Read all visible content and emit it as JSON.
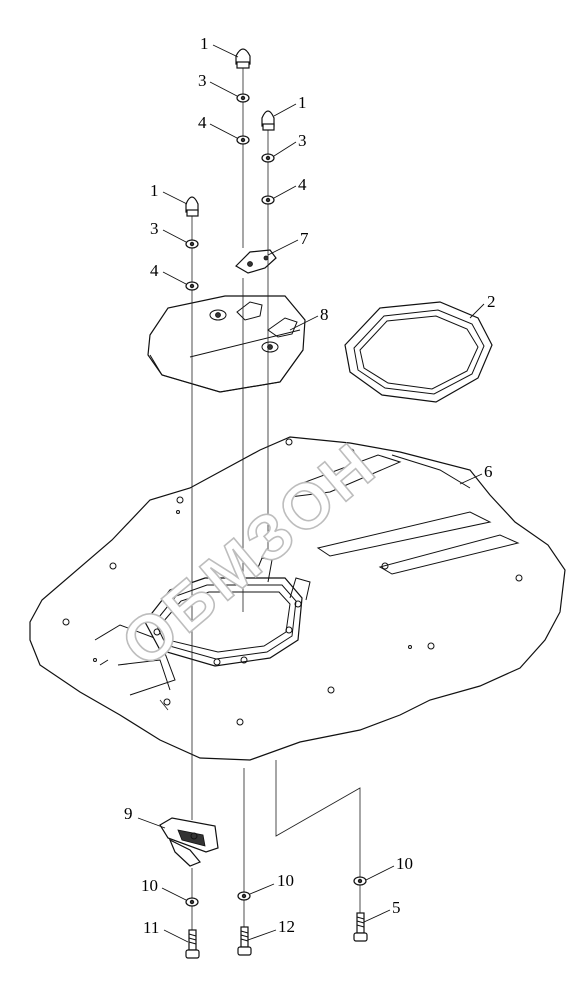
{
  "watermark": "ОБМЗОН",
  "callouts": [
    {
      "id": "c1a",
      "label": "1"
    },
    {
      "id": "c3a",
      "label": "3"
    },
    {
      "id": "c4a",
      "label": "4"
    },
    {
      "id": "c1b",
      "label": "1"
    },
    {
      "id": "c3b",
      "label": "3"
    },
    {
      "id": "c4b",
      "label": "4"
    },
    {
      "id": "c1c",
      "label": "1"
    },
    {
      "id": "c3c",
      "label": "3"
    },
    {
      "id": "c4c",
      "label": "4"
    },
    {
      "id": "c7",
      "label": "7"
    },
    {
      "id": "c8",
      "label": "8"
    },
    {
      "id": "c2",
      "label": "2"
    },
    {
      "id": "c6",
      "label": "6"
    },
    {
      "id": "c9",
      "label": "9"
    },
    {
      "id": "c10a",
      "label": "10"
    },
    {
      "id": "c10b",
      "label": "10"
    },
    {
      "id": "c10c",
      "label": "10"
    },
    {
      "id": "c11",
      "label": "11"
    },
    {
      "id": "c12",
      "label": "12"
    },
    {
      "id": "c5",
      "label": "5"
    }
  ]
}
